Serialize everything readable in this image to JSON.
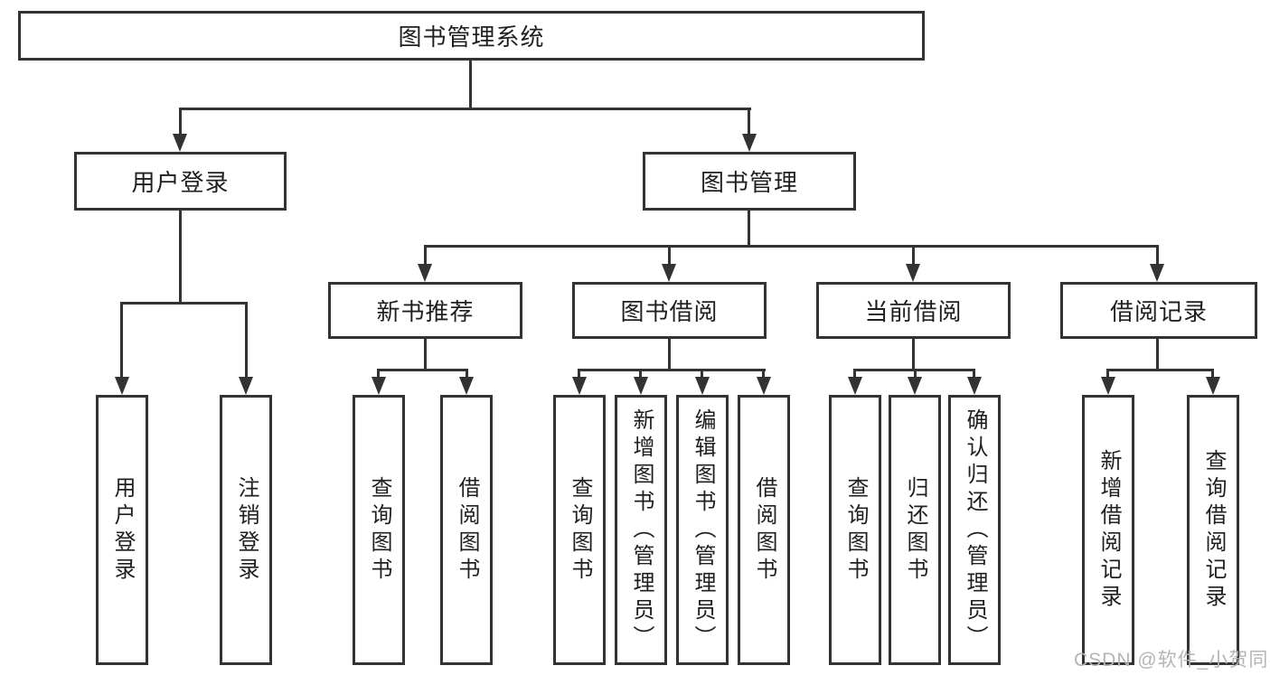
{
  "diagram": {
    "tree": {
      "root": "图书管理系统",
      "branches": [
        {
          "label": "用户登录",
          "leaves": [
            "用户登录",
            "注销登录"
          ]
        },
        {
          "label": "图书管理",
          "groups": [
            {
              "label": "新书推荐",
              "leaves": [
                "查询图书",
                "借阅图书"
              ]
            },
            {
              "label": "图书借阅",
              "leaves": [
                "查询图书",
                "新增图书（管理员）",
                "编辑图书（管理员）",
                "借阅图书"
              ]
            },
            {
              "label": "当前借阅",
              "leaves": [
                "查询图书",
                "归还图书",
                "确认归还（管理员）"
              ]
            },
            {
              "label": "借阅记录",
              "leaves": [
                "新增借阅记录",
                "查询借阅记录"
              ]
            }
          ]
        }
      ]
    },
    "watermark": "CSDN @软件_小贺同学",
    "colors": {
      "line": "#333333",
      "text": "#1f1f1f",
      "watermark": "#b5b5b5",
      "background": "#ffffff"
    }
  }
}
